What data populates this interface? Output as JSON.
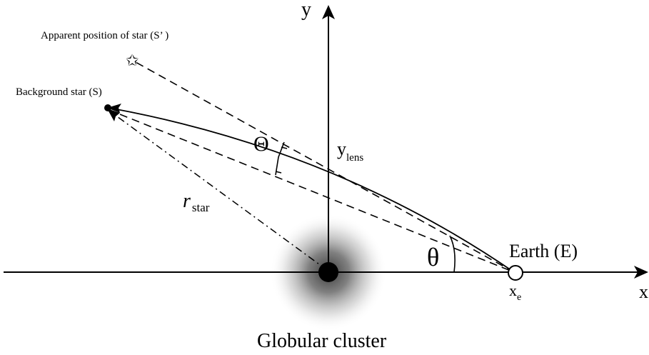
{
  "labels": {
    "axis_x": "x",
    "axis_y": "y",
    "apparent_star": "Apparent position of star (S’ )",
    "background_star": "Background star (S)",
    "big_theta": "Θ",
    "y_lens_main": "y",
    "y_lens_sub": "lens",
    "r_star_main": "r",
    "r_star_sub": "star",
    "small_theta": "θ",
    "earth": "Earth (E)",
    "x_e_main": "x",
    "x_e_sub": "e",
    "cluster": "Globular cluster",
    "apparent_star_marker": "✩"
  },
  "colors": {
    "ink": "#000000",
    "halo": "#555555"
  }
}
